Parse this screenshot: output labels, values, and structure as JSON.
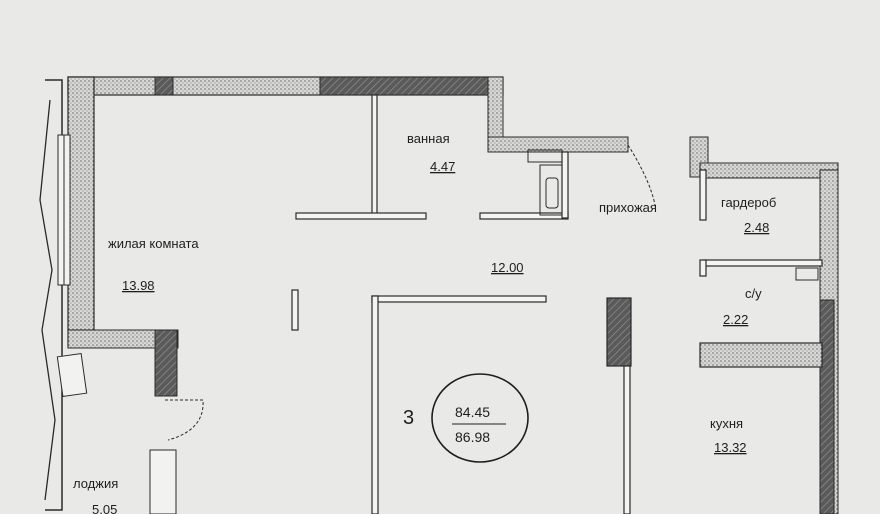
{
  "rooms": {
    "living": {
      "label": "жилая комната",
      "area": "13.98"
    },
    "bathroom": {
      "label": "ванная",
      "area": "4.47"
    },
    "hallway": {
      "label": "прихожая",
      "area": "12.00"
    },
    "wardrobe": {
      "label": "гардероб",
      "area": "2.48"
    },
    "wc": {
      "label": "с/у",
      "area": "2.22"
    },
    "kitchen": {
      "label": "кухня",
      "area": "13.32"
    },
    "loggia": {
      "label": "лоджия",
      "area": "5.05"
    }
  },
  "apartment": {
    "rooms_count": "3",
    "area_living": "84.45",
    "area_total": "86.98"
  },
  "colors": {
    "background": "#e9e9e7",
    "wall_fill": "#d4d4d2",
    "wall_line": "#2a2a2a",
    "dark_wall": "#555555"
  }
}
